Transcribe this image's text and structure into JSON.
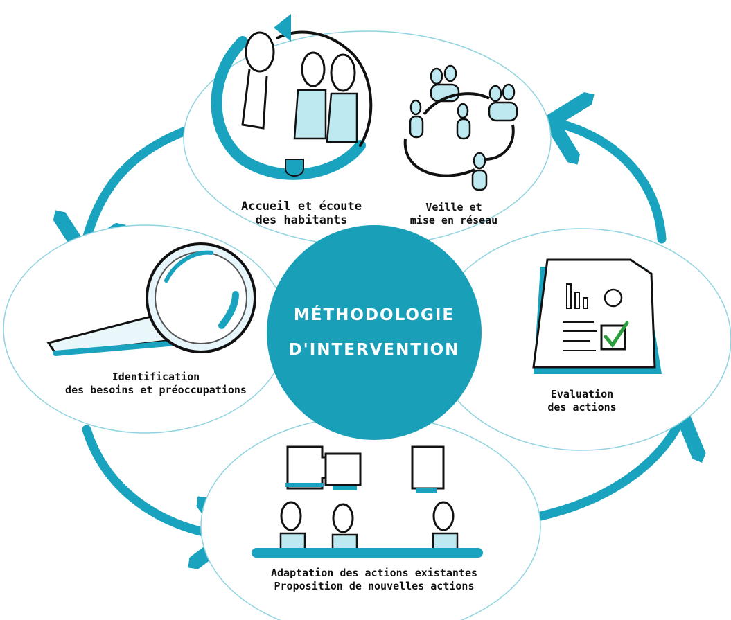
{
  "diagram": {
    "title_line1": "MÉTHODOLOGIE",
    "title_line2": "D'INTERVENTION",
    "steps": [
      {
        "label": "Accueil et écoute\ndes habitants"
      },
      {
        "label": "Veille et\nmise en réseau"
      },
      {
        "label": "Evaluation\ndes actions"
      },
      {
        "label": "Adaptation des actions existantes\nProposition de nouvelles actions"
      },
      {
        "label": "Identification\ndes besoins et préoccupations"
      }
    ]
  },
  "colors": {
    "accent": "#1aa3bf",
    "center_fill": "#1a9fb9",
    "ellipse_stroke": "#8fd3e0",
    "ink": "#111111"
  }
}
